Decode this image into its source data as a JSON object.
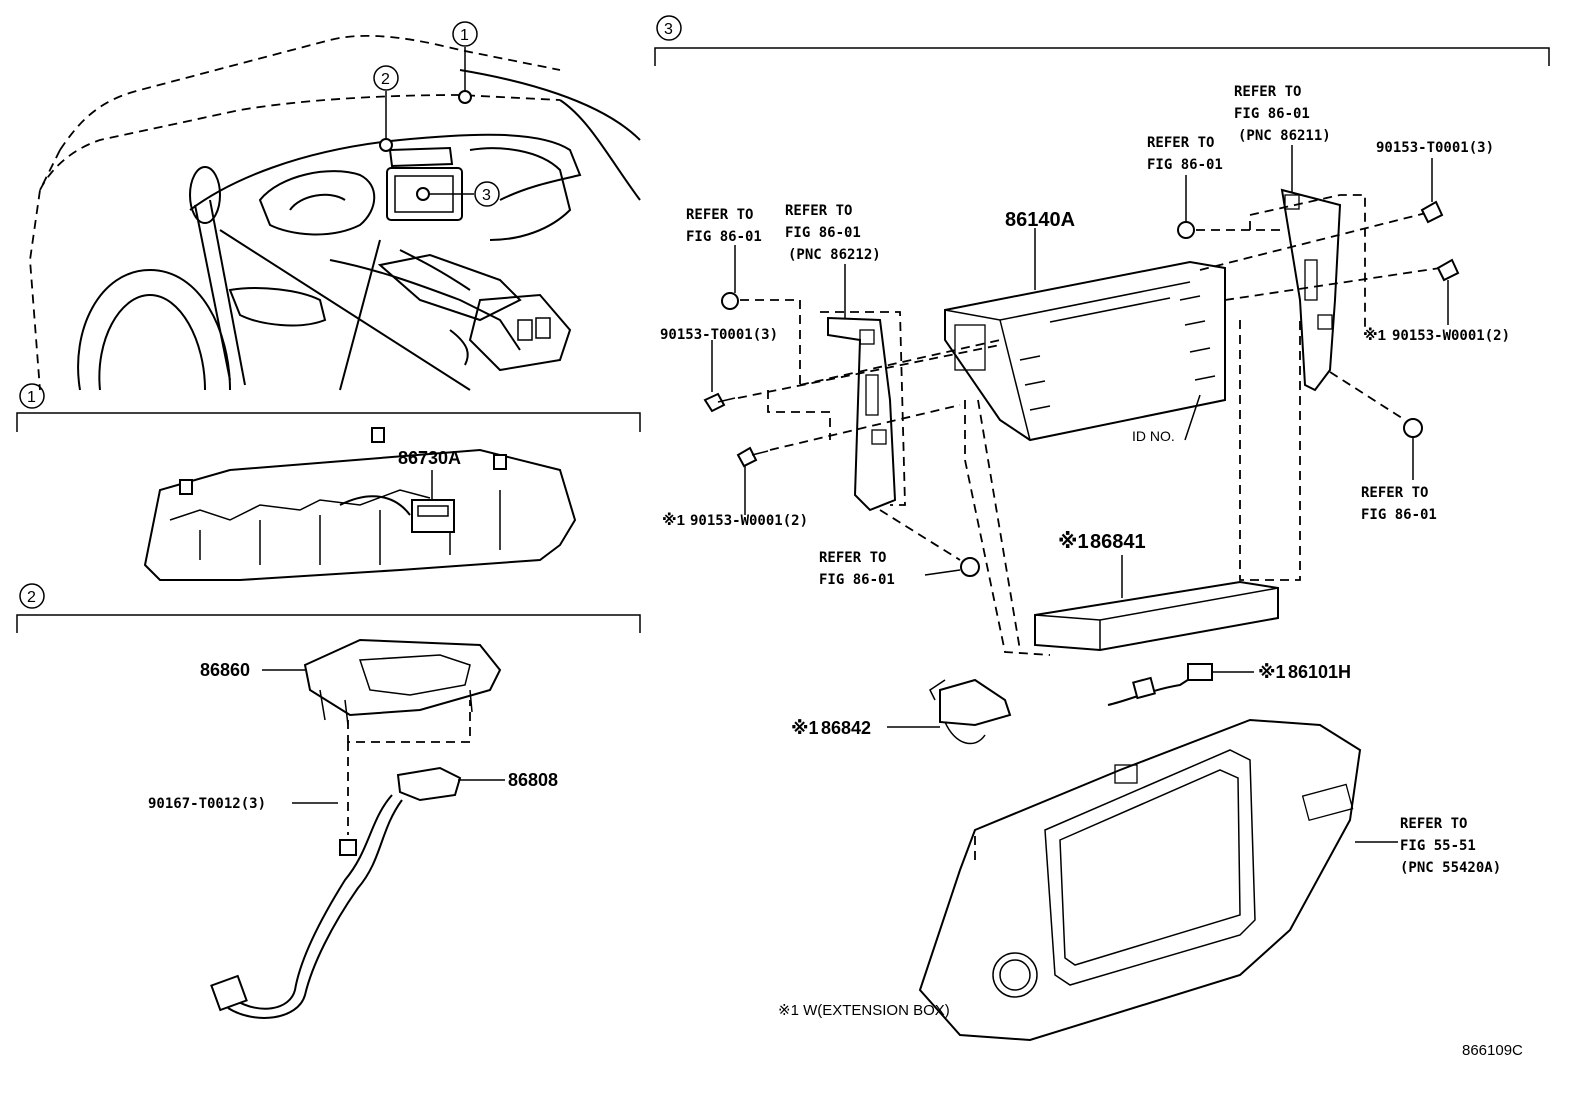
{
  "sections": {
    "overview_callouts": [
      "1",
      "2",
      "3"
    ],
    "sec1": "1",
    "sec2": "2",
    "sec3": "3"
  },
  "labels": {
    "p86730A": "86730A",
    "p86860": "86860",
    "p86808": "86808",
    "p90167": "90167-T0012(3)",
    "p86140A": "86140A",
    "p86841": "86841",
    "p86842": "86842",
    "p86101H": "86101H",
    "p90153_t_left": "90153-T0001(3)",
    "p90153_w_left": "90153-W0001(2)",
    "p90153_t_right": "90153-T0001(3)",
    "p90153_w_right": "90153-W0001(2)",
    "id_no": "ID NO.",
    "mark": "※1"
  },
  "refer": {
    "r1": [
      "REFER TO",
      "FIG 86-01"
    ],
    "r2": [
      "REFER TO",
      "FIG 86-01",
      "(PNC 86212)"
    ],
    "r3": [
      "REFER TO",
      "FIG 86-01"
    ],
    "r4": [
      "REFER TO",
      "FIG 86-01",
      "(PNC 86211)"
    ],
    "r5": [
      "REFER TO",
      "FIG 86-01"
    ],
    "r6": [
      "REFER TO",
      "FIG 86-01"
    ],
    "r7": [
      "REFER TO",
      "FIG 55-51",
      "(PNC 55420A)"
    ]
  },
  "footnote": "※1 W(EXTENSION BOX)",
  "figure_code": "866109C"
}
